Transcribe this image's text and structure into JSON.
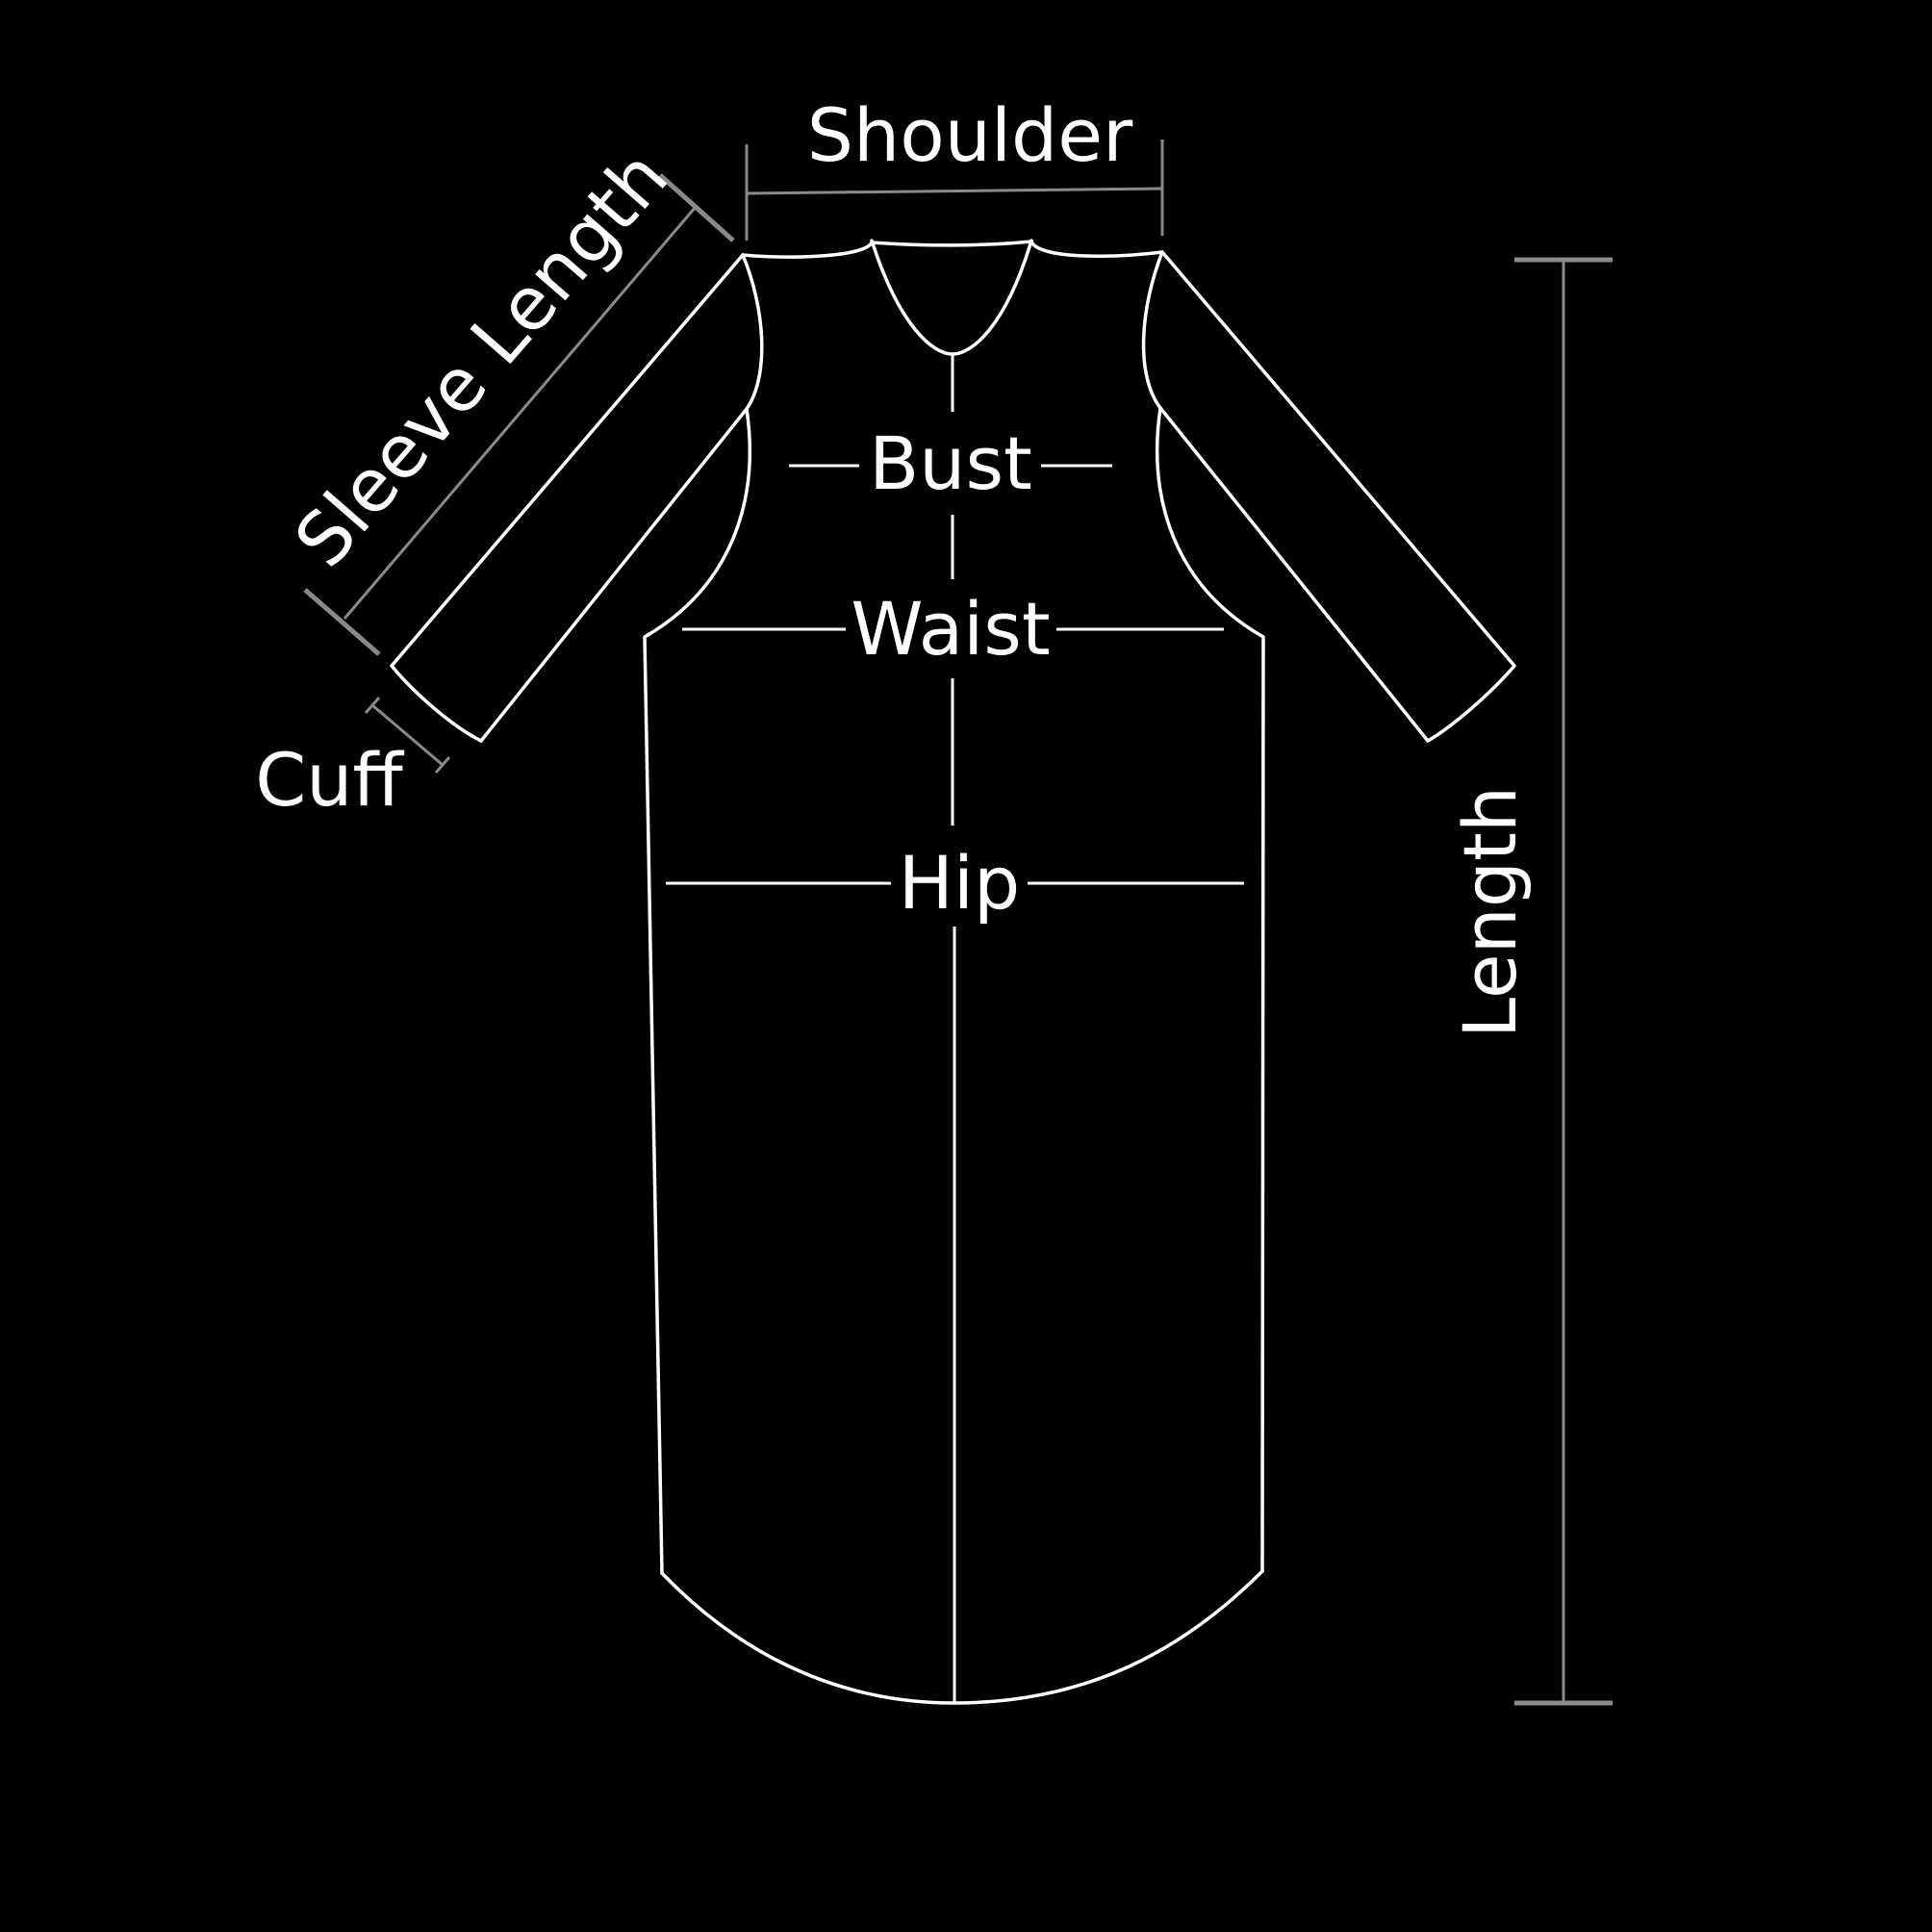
{
  "labels": {
    "shoulder": "Shoulder",
    "sleeve_length": "Sleeve Length",
    "bust": "Bust",
    "waist": "Waist",
    "hip": "Hip",
    "cuff": "Cuff",
    "length": "Length"
  },
  "colors": {
    "background": "#000000",
    "outline": "#ffffff",
    "dimension_lines": "#8a8a8a",
    "text": "#ffffff"
  }
}
